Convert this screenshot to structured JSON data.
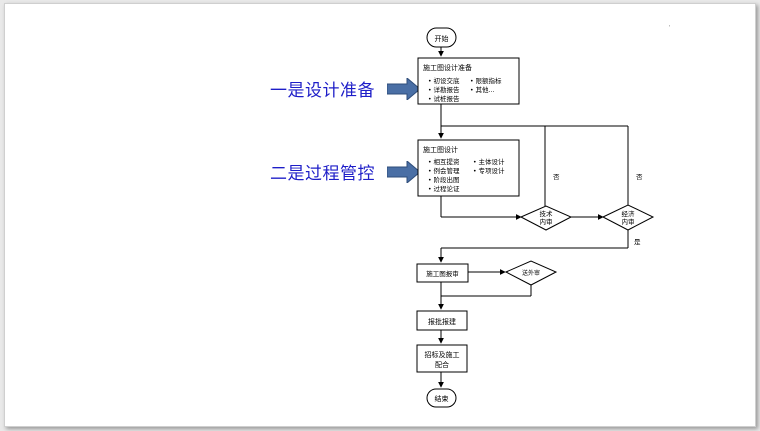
{
  "left_labels": [
    "一是设计准备",
    "二是过程管控"
  ],
  "flow": {
    "start": "开始",
    "prep": {
      "title": "施工图设计准备",
      "col1": [
        "初设交底",
        "详勘报告",
        "试桩报告"
      ],
      "col2": [
        "限额指标",
        "其他..."
      ]
    },
    "design": {
      "title": "施工图设计",
      "col1": [
        "相互提资",
        "例会管理",
        "阶段出图",
        "过程论证"
      ],
      "col2": [
        "主体设计",
        "专项设计"
      ]
    },
    "tech_review": [
      "技术",
      "内审"
    ],
    "econ_review": [
      "经济",
      "内审"
    ],
    "no_label_1": "否",
    "no_label_2": "否",
    "yes_label": "是",
    "drawing_review": "施工图报审",
    "send_review": "送外审",
    "approval": "报批报建",
    "bidding": [
      "招标及施工",
      "配合"
    ],
    "end": "结束"
  },
  "colors": {
    "accent_text": "#1e1ec8",
    "arrow_fill": "#4a6fa5",
    "line": "#000000"
  }
}
